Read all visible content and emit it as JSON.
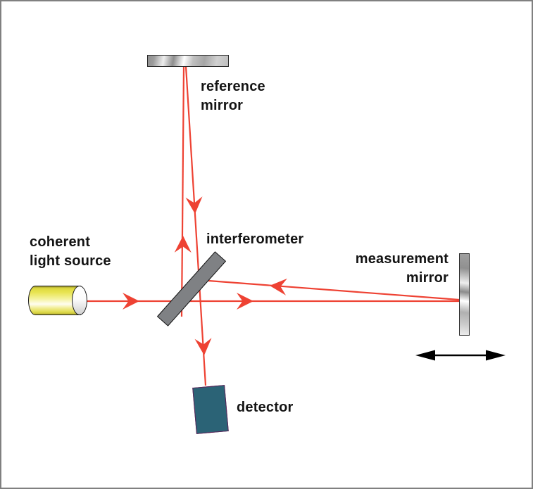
{
  "diagram": {
    "labels": {
      "light_source": "coherent\nlight source",
      "reference_mirror": "reference\nmirror",
      "interferometer": "interferometer",
      "measurement_mirror": "measurement\nmirror",
      "detector": "detector"
    },
    "colors": {
      "beam_red": "#ee4233",
      "splitter_gray": "#7f8184",
      "detector_teal": "#2b6376",
      "detector_outline": "#5c2157",
      "translation_arrow_black": "#000000",
      "frame_gray": "#808080",
      "source_yellow": "#e9e553",
      "mirror_silver": "#c0c0c0"
    }
  }
}
